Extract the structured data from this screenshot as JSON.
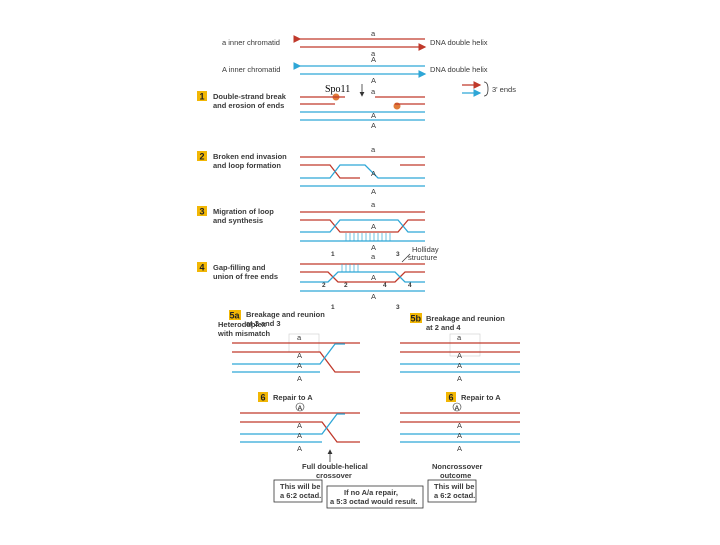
{
  "colors": {
    "red": "#c0392b",
    "blue": "#2ea6d6",
    "step_badge": "#f2b705",
    "protein": "#e07b39"
  },
  "labels": {
    "a_inner": "a inner chromatid",
    "A_inner": "A inner chromatid",
    "dna_helix": "DNA double helix",
    "three_ends": "3' ends",
    "spo11": "Spo11",
    "a": "a",
    "A": "A",
    "holliday": "Holliday structure",
    "heteroduplex": "Heteroduplex with mismatch",
    "full_cross": "Full double-helical crossover",
    "noncross": "Noncrossover outcome"
  },
  "steps": {
    "s1": {
      "num": "1",
      "text1": "Double-strand break",
      "text2": "and erosion of ends"
    },
    "s2": {
      "num": "2",
      "text1": "Broken end invasion",
      "text2": "and loop formation"
    },
    "s3": {
      "num": "3",
      "text1": "Migration of loop",
      "text2": "and synthesis"
    },
    "s4": {
      "num": "4",
      "text1": "Gap-filling and",
      "text2": "union of free ends"
    },
    "s5a": {
      "num": "5a",
      "text1": "Breakage and reunion",
      "text2": "at 2 and 3"
    },
    "s5b": {
      "num": "5b",
      "text1": "Breakage and reunion",
      "text2": "at 2 and 4"
    },
    "s6a": {
      "num": "6",
      "text1": "Repair to A"
    },
    "s6b": {
      "num": "6",
      "text1": "Repair to A"
    }
  },
  "markers": [
    "1",
    "2",
    "3",
    "4"
  ],
  "boxes": {
    "left": "This will be a 6:2 octad.",
    "center1": "If no A/a repair,",
    "center2": "a 5:3 octad would result.",
    "right": "This will be a 6:2 octad."
  }
}
